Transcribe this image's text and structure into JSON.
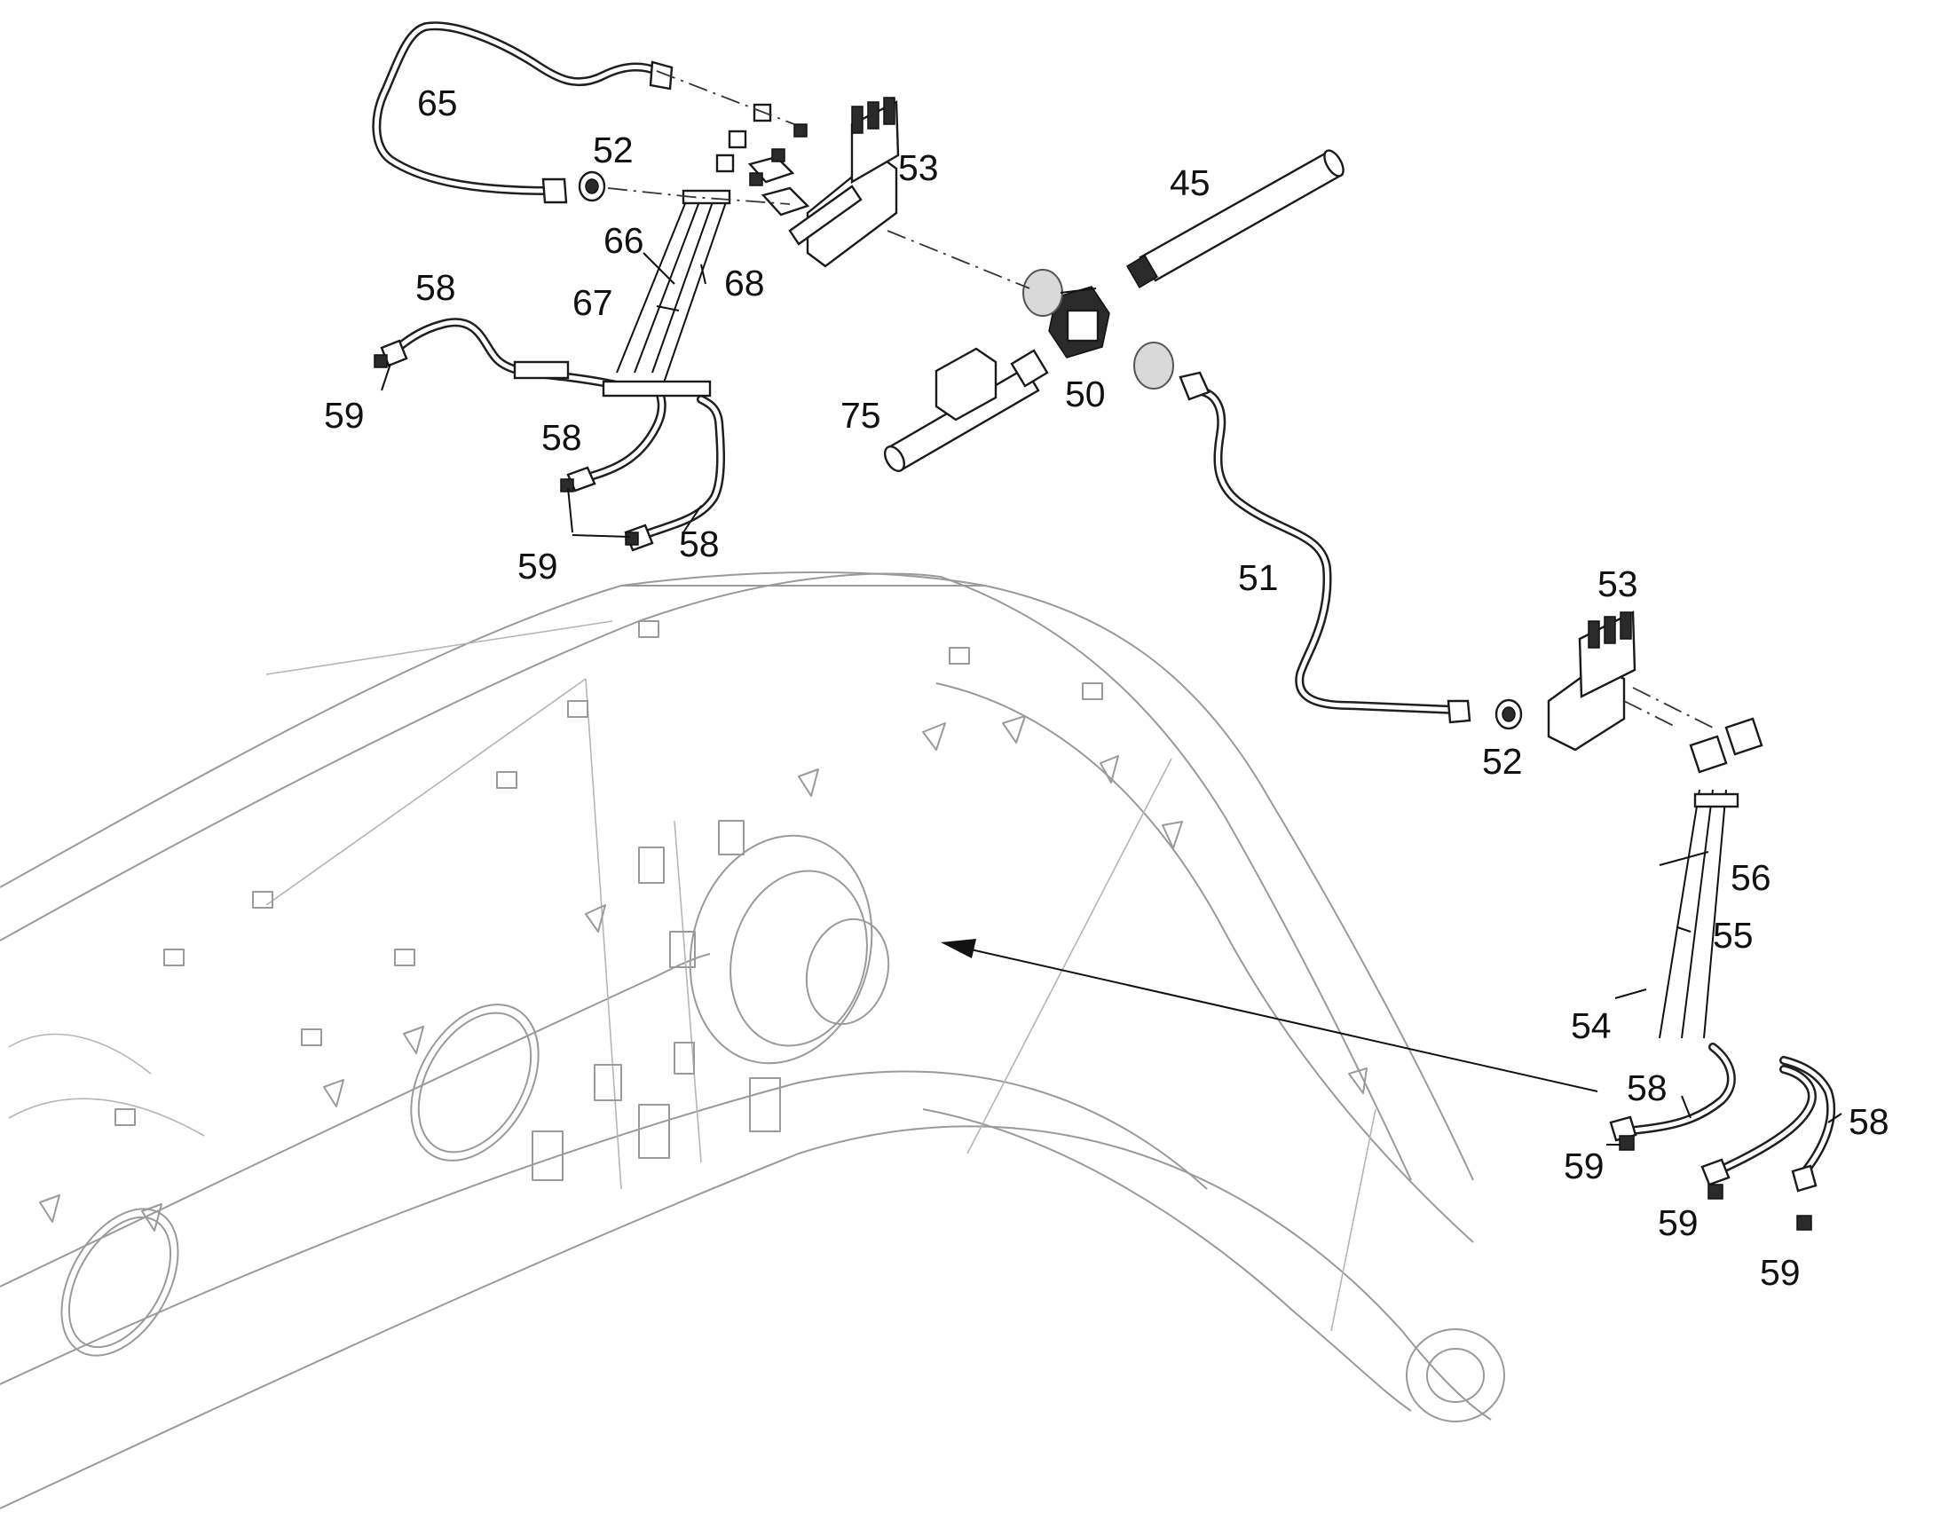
{
  "callouts": {
    "c65": "65",
    "c52a": "52",
    "c53a": "53",
    "c45": "45",
    "c66": "66",
    "c67": "67",
    "c68": "68",
    "c58a": "58",
    "c59a": "59",
    "c58b": "58",
    "c59b": "59",
    "c58c": "58",
    "c75": "75",
    "c50": "50",
    "c51": "51",
    "c53b": "53",
    "c52b": "52",
    "c56": "56",
    "c55": "55",
    "c54": "54",
    "c58d": "58",
    "c58e": "58",
    "c59c": "59",
    "c59d": "59",
    "c59e": "59"
  }
}
